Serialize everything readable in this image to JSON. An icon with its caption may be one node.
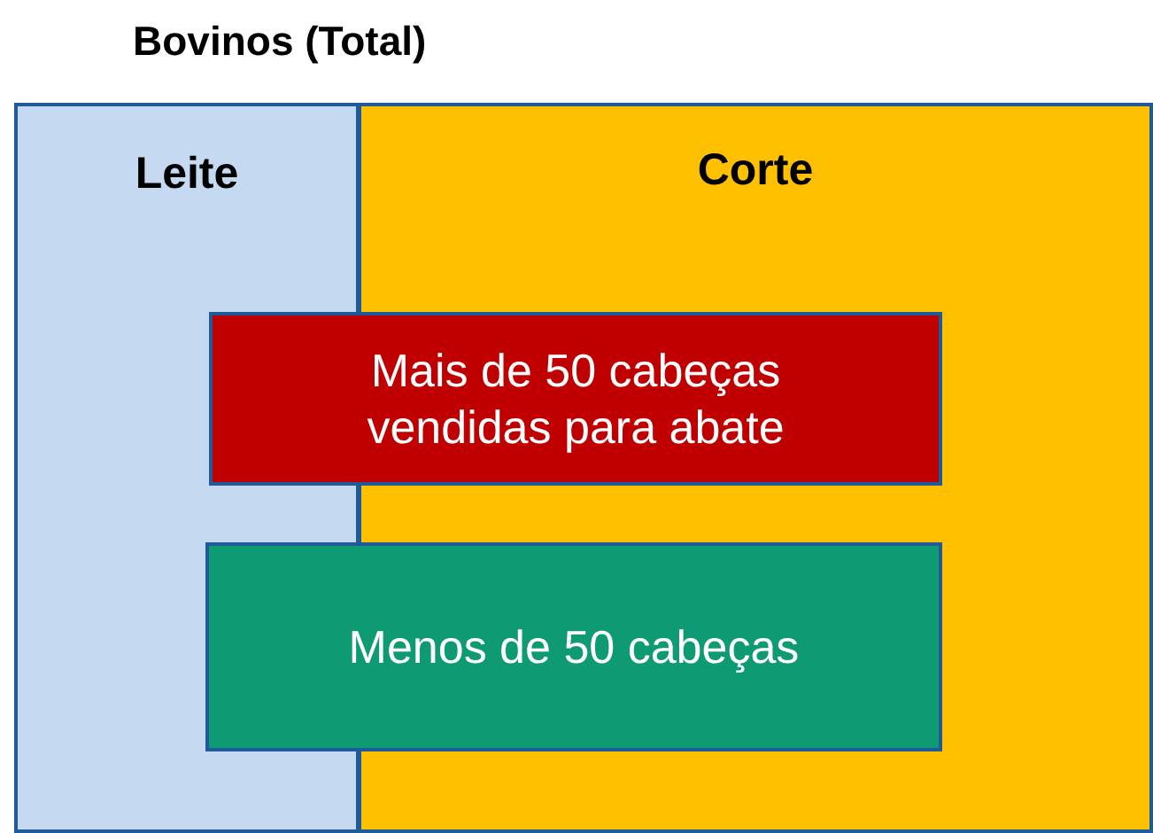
{
  "diagram": {
    "nodes": [
      {
        "text": [
          "Bovinos (Total)"
        ]
      },
      {
        "text": [
          "Leite"
        ],
        "in": 0
      },
      {
        "text": [
          "Corte"
        ],
        "in": 0
      },
      {
        "text": [
          "Mais de 50 cabeças vendidas para abate"
        ],
        "in": 0
      },
      {
        "text": [
          "Menos de 50 cabeças"
        ],
        "in": 0
      }
    ]
  }
}
